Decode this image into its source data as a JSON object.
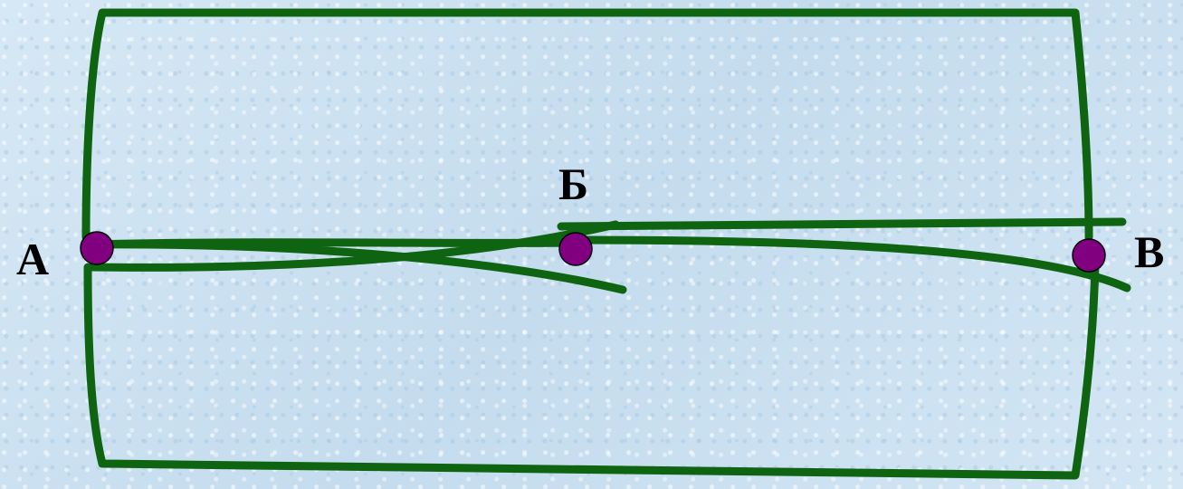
{
  "labels": {
    "a": "А",
    "b": "Б",
    "v": "В"
  },
  "colors": {
    "line": "#0e6410",
    "node": "#800080"
  }
}
